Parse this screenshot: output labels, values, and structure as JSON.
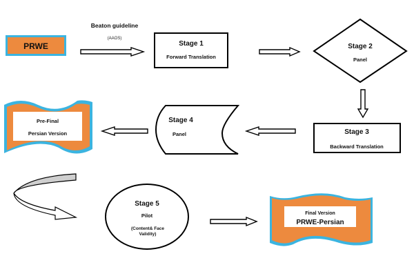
{
  "diagram": {
    "colors": {
      "orange_fill": "#ED8A3E",
      "blue_border": "#3BB4E0",
      "stroke": "#000000",
      "arrow_gray": "#cfcfcf"
    },
    "source": {
      "label": "PRWE"
    },
    "guideline": {
      "title": "Beaton guideline",
      "subtitle": "(AAOS)"
    },
    "stage1": {
      "title": "Stage 1",
      "subtitle": "Forward Translation"
    },
    "stage2": {
      "title": "Stage 2",
      "subtitle": "Panel"
    },
    "stage3": {
      "title": "Stage 3",
      "subtitle": "Backward Translation"
    },
    "stage4": {
      "title": "Stage 4",
      "subtitle": "Panel"
    },
    "prefinal": {
      "line1": "Pre-Final",
      "line2": "Persian Version"
    },
    "stage5": {
      "title": "Stage 5",
      "subtitle": "Pilot",
      "note1": "(Content& Face",
      "note2": "Validity)"
    },
    "final": {
      "line1": "Final Version",
      "line2": "PRWE-Persian"
    }
  }
}
